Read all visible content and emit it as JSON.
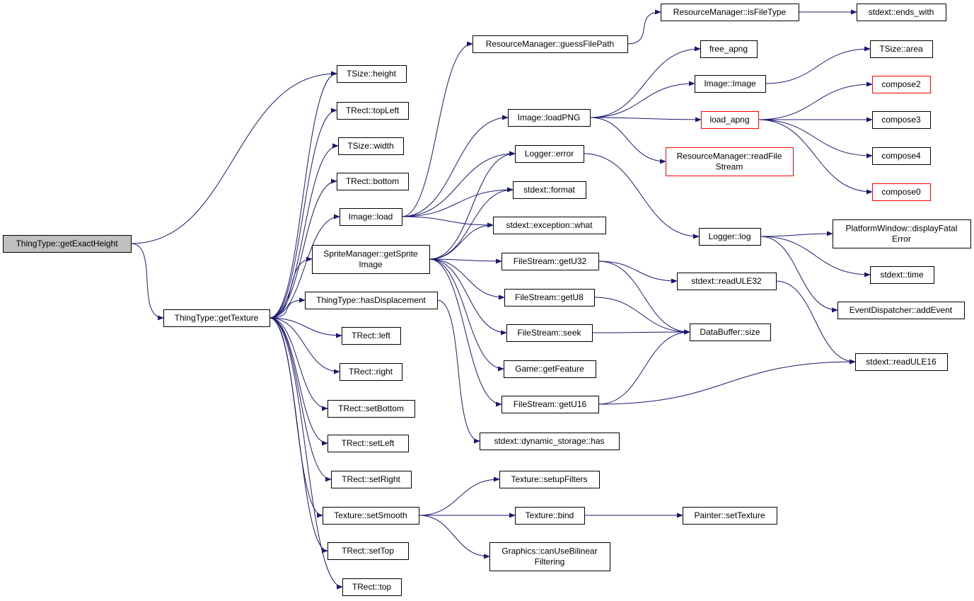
{
  "graph": {
    "edge_color": "#191970",
    "incomplete_color": "#ff0000",
    "root_fill": "#bfbfbf",
    "nodes": [
      {
        "id": "getExactHeight",
        "lines": [
          "ThingType::getExactHeight"
        ],
        "root": true
      },
      {
        "id": "getTexture",
        "lines": [
          "ThingType::getTexture"
        ]
      },
      {
        "id": "tsize_height",
        "lines": [
          "TSize::height"
        ]
      },
      {
        "id": "trect_topLeft",
        "lines": [
          "TRect::topLeft"
        ]
      },
      {
        "id": "tsize_width",
        "lines": [
          "TSize::width"
        ]
      },
      {
        "id": "trect_bottom",
        "lines": [
          "TRect::bottom"
        ]
      },
      {
        "id": "image_load",
        "lines": [
          "Image::load"
        ]
      },
      {
        "id": "spr_getSpriteImage",
        "lines": [
          "SpriteManager::getSprite",
          "Image"
        ]
      },
      {
        "id": "hasDisplacement",
        "lines": [
          "ThingType::hasDisplacement"
        ]
      },
      {
        "id": "trect_left",
        "lines": [
          "TRect::left"
        ]
      },
      {
        "id": "trect_right",
        "lines": [
          "TRect::right"
        ]
      },
      {
        "id": "trect_setBottom",
        "lines": [
          "TRect::setBottom"
        ]
      },
      {
        "id": "trect_setLeft",
        "lines": [
          "TRect::setLeft"
        ]
      },
      {
        "id": "trect_setRight",
        "lines": [
          "TRect::setRight"
        ]
      },
      {
        "id": "tex_setSmooth",
        "lines": [
          "Texture::setSmooth"
        ]
      },
      {
        "id": "trect_setTop",
        "lines": [
          "TRect::setTop"
        ]
      },
      {
        "id": "trect_top",
        "lines": [
          "TRect::top"
        ]
      },
      {
        "id": "rm_guessFilePath",
        "lines": [
          "ResourceManager::guessFilePath"
        ]
      },
      {
        "id": "rm_isFileType",
        "lines": [
          "ResourceManager::isFileType"
        ]
      },
      {
        "id": "ends_with",
        "lines": [
          "stdext::ends_with"
        ]
      },
      {
        "id": "image_loadPNG",
        "lines": [
          "Image::loadPNG"
        ]
      },
      {
        "id": "free_apng",
        "lines": [
          "free_apng"
        ]
      },
      {
        "id": "image_Image",
        "lines": [
          "Image::Image"
        ]
      },
      {
        "id": "load_apng",
        "lines": [
          "load_apng"
        ],
        "red": true
      },
      {
        "id": "tsize_area",
        "lines": [
          "TSize::area"
        ]
      },
      {
        "id": "compose2",
        "lines": [
          "compose2"
        ],
        "red": true
      },
      {
        "id": "compose3",
        "lines": [
          "compose3"
        ]
      },
      {
        "id": "compose4",
        "lines": [
          "compose4"
        ]
      },
      {
        "id": "compose0",
        "lines": [
          "compose0"
        ],
        "red": true
      },
      {
        "id": "rm_readFileStream",
        "lines": [
          "ResourceManager::readFile",
          "Stream"
        ],
        "red": true
      },
      {
        "id": "logger_error",
        "lines": [
          "Logger::error"
        ]
      },
      {
        "id": "stdext_format",
        "lines": [
          "stdext::format"
        ]
      },
      {
        "id": "exception_what",
        "lines": [
          "stdext::exception::what"
        ]
      },
      {
        "id": "logger_log",
        "lines": [
          "Logger::log"
        ]
      },
      {
        "id": "pw_displayFatalError",
        "lines": [
          "PlatformWindow::displayFatal",
          "Error"
        ]
      },
      {
        "id": "stdext_time",
        "lines": [
          "stdext::time"
        ]
      },
      {
        "id": "ed_addEvent",
        "lines": [
          "EventDispatcher::addEvent"
        ]
      },
      {
        "id": "fs_getU32",
        "lines": [
          "FileStream::getU32"
        ]
      },
      {
        "id": "readULE32",
        "lines": [
          "stdext::readULE32"
        ]
      },
      {
        "id": "fs_getU8",
        "lines": [
          "FileStream::getU8"
        ]
      },
      {
        "id": "fs_seek",
        "lines": [
          "FileStream::seek"
        ]
      },
      {
        "id": "db_size",
        "lines": [
          "DataBuffer::size"
        ]
      },
      {
        "id": "game_getFeature",
        "lines": [
          "Game::getFeature"
        ]
      },
      {
        "id": "readULE16",
        "lines": [
          "stdext::readULE16"
        ]
      },
      {
        "id": "fs_getU16",
        "lines": [
          "FileStream::getU16"
        ]
      },
      {
        "id": "ds_has",
        "lines": [
          "stdext::dynamic_storage::has"
        ]
      },
      {
        "id": "tex_setupFilters",
        "lines": [
          "Texture::setupFilters"
        ]
      },
      {
        "id": "tex_bind",
        "lines": [
          "Texture::bind"
        ]
      },
      {
        "id": "painter_setTexture",
        "lines": [
          "Painter::setTexture"
        ]
      },
      {
        "id": "gfx_canUseBilinear",
        "lines": [
          "Graphics::canUseBilinear",
          "Filtering"
        ]
      }
    ],
    "edges": [
      [
        "getExactHeight",
        "tsize_height"
      ],
      [
        "getExactHeight",
        "getTexture"
      ],
      [
        "getTexture",
        "tsize_height"
      ],
      [
        "getTexture",
        "trect_topLeft"
      ],
      [
        "getTexture",
        "tsize_width"
      ],
      [
        "getTexture",
        "trect_bottom"
      ],
      [
        "getTexture",
        "image_load"
      ],
      [
        "getTexture",
        "spr_getSpriteImage"
      ],
      [
        "getTexture",
        "hasDisplacement"
      ],
      [
        "getTexture",
        "trect_left"
      ],
      [
        "getTexture",
        "trect_right"
      ],
      [
        "getTexture",
        "trect_setBottom"
      ],
      [
        "getTexture",
        "trect_setLeft"
      ],
      [
        "getTexture",
        "trect_setRight"
      ],
      [
        "getTexture",
        "tex_setSmooth"
      ],
      [
        "getTexture",
        "trect_setTop"
      ],
      [
        "getTexture",
        "trect_top"
      ],
      [
        "image_load",
        "rm_guessFilePath"
      ],
      [
        "image_load",
        "image_loadPNG"
      ],
      [
        "image_load",
        "logger_error"
      ],
      [
        "image_load",
        "stdext_format"
      ],
      [
        "image_load",
        "exception_what"
      ],
      [
        "rm_guessFilePath",
        "rm_isFileType"
      ],
      [
        "rm_isFileType",
        "ends_with"
      ],
      [
        "image_loadPNG",
        "free_apng"
      ],
      [
        "image_loadPNG",
        "image_Image"
      ],
      [
        "image_loadPNG",
        "load_apng"
      ],
      [
        "image_loadPNG",
        "rm_readFileStream"
      ],
      [
        "image_Image",
        "tsize_area"
      ],
      [
        "load_apng",
        "compose2"
      ],
      [
        "load_apng",
        "compose3"
      ],
      [
        "load_apng",
        "compose4"
      ],
      [
        "load_apng",
        "compose0"
      ],
      [
        "logger_error",
        "logger_log"
      ],
      [
        "logger_log",
        "pw_displayFatalError"
      ],
      [
        "logger_log",
        "stdext_time"
      ],
      [
        "logger_log",
        "ed_addEvent"
      ],
      [
        "spr_getSpriteImage",
        "logger_error"
      ],
      [
        "spr_getSpriteImage",
        "stdext_format"
      ],
      [
        "spr_getSpriteImage",
        "exception_what"
      ],
      [
        "spr_getSpriteImage",
        "fs_getU32"
      ],
      [
        "spr_getSpriteImage",
        "fs_getU8"
      ],
      [
        "spr_getSpriteImage",
        "fs_seek"
      ],
      [
        "spr_getSpriteImage",
        "game_getFeature"
      ],
      [
        "spr_getSpriteImage",
        "fs_getU16"
      ],
      [
        "hasDisplacement",
        "ds_has"
      ],
      [
        "fs_getU32",
        "readULE32"
      ],
      [
        "fs_getU32",
        "db_size"
      ],
      [
        "fs_getU8",
        "db_size"
      ],
      [
        "fs_seek",
        "db_size"
      ],
      [
        "fs_getU16",
        "db_size"
      ],
      [
        "fs_getU16",
        "readULE16"
      ],
      [
        "readULE32",
        "readULE16"
      ],
      [
        "tex_setSmooth",
        "tex_setupFilters"
      ],
      [
        "tex_setSmooth",
        "tex_bind"
      ],
      [
        "tex_setSmooth",
        "gfx_canUseBilinear"
      ],
      [
        "tex_bind",
        "painter_setTexture"
      ]
    ]
  }
}
